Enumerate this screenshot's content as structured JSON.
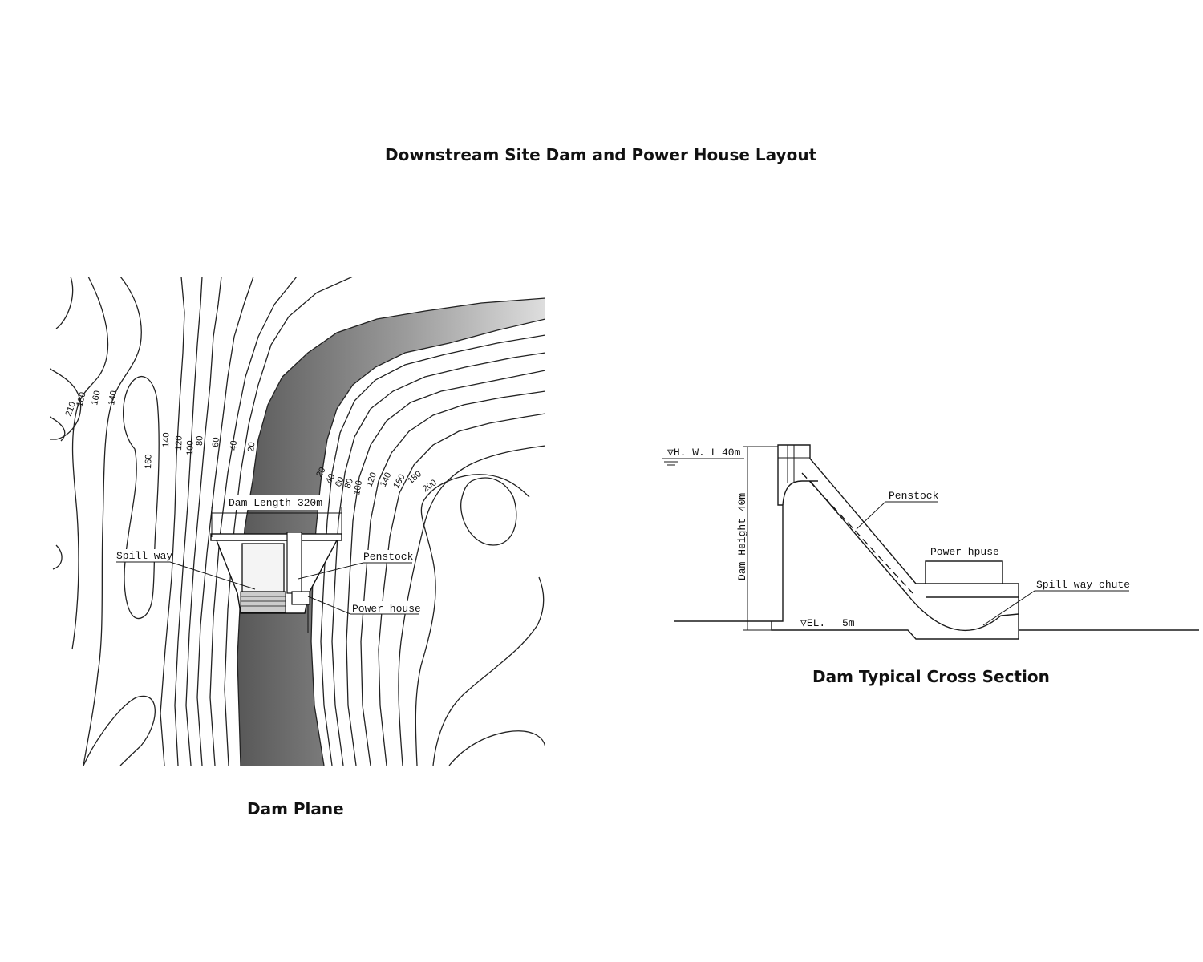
{
  "titles": {
    "main": "Downstream Site Dam and Power House Layout",
    "plane": "Dam Plane",
    "section": "Dam Typical Cross Section"
  },
  "plane": {
    "dam_length": "Dam Length 320m",
    "spillway": "Spill way",
    "penstock": "Penstock",
    "powerhouse": "Power house",
    "contours_left": [
      "210",
      "180",
      "160",
      "140",
      "160",
      "140",
      "120",
      "100",
      "80",
      "60",
      "40",
      "20"
    ],
    "contours_right": [
      "20",
      "40",
      "60",
      "80",
      "100",
      "120",
      "140",
      "160",
      "180",
      "200"
    ]
  },
  "section": {
    "hwl": "▽H. W. L",
    "hwl_value": "40m",
    "dam_height": "Dam Height 40m",
    "penstock": "Penstock",
    "powerhouse": "Power hpuse",
    "spillway_chute": "Spill way chute",
    "el": "▽EL.",
    "el_value": "5m"
  },
  "colors": {
    "ink": "#111111",
    "river": "#6f6f6f",
    "background": "#ffffff"
  }
}
